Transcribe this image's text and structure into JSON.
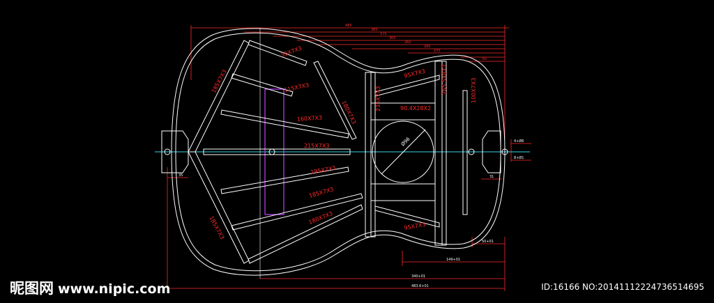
{
  "bracing_labels": {
    "upper_left_1": "35X7X3",
    "upper_left_2": "115X7X3",
    "upper_left_3": "160X7X3",
    "center_brace": "215X7X3",
    "lower_1": "195X7X3",
    "lower_2": "185X7X3",
    "lower_3": "180X7X3",
    "left_top_diag": "185X7X3",
    "left_bottom_diag": "185X7X3",
    "diag_upper": "180X7X3",
    "waist_upper": "95X7X3",
    "waist_lower": "95X7X3",
    "plate_label": "90.4X28X2",
    "vertical_left": "235X7X3",
    "vertical_bar": "265.5X8X7",
    "right_bar": "100X7X3",
    "sound_hole": "Ø96"
  },
  "dimensions": {
    "top_row": [
      "485",
      "385",
      "375",
      "305",
      "265",
      "185",
      "105",
      "65"
    ],
    "right_small_1": "4+Ø6",
    "right_small_2": "8+Ø1",
    "left_small": "35",
    "right_small_3": "31",
    "bottom_1": "50+01",
    "bottom_2": "149+01",
    "bottom_3": "340+01",
    "bottom_4": "483.6+01"
  },
  "watermark": {
    "brand": "昵图网",
    "site": "www.nipic.com",
    "id_text": "ID:16166 NO:20141112224736514695"
  },
  "colors": {
    "background": "#000000",
    "outline": "#ffffff",
    "dimension": "#ff2a2a",
    "centerline": "#3ad6e6",
    "guide": "#c040ff"
  }
}
